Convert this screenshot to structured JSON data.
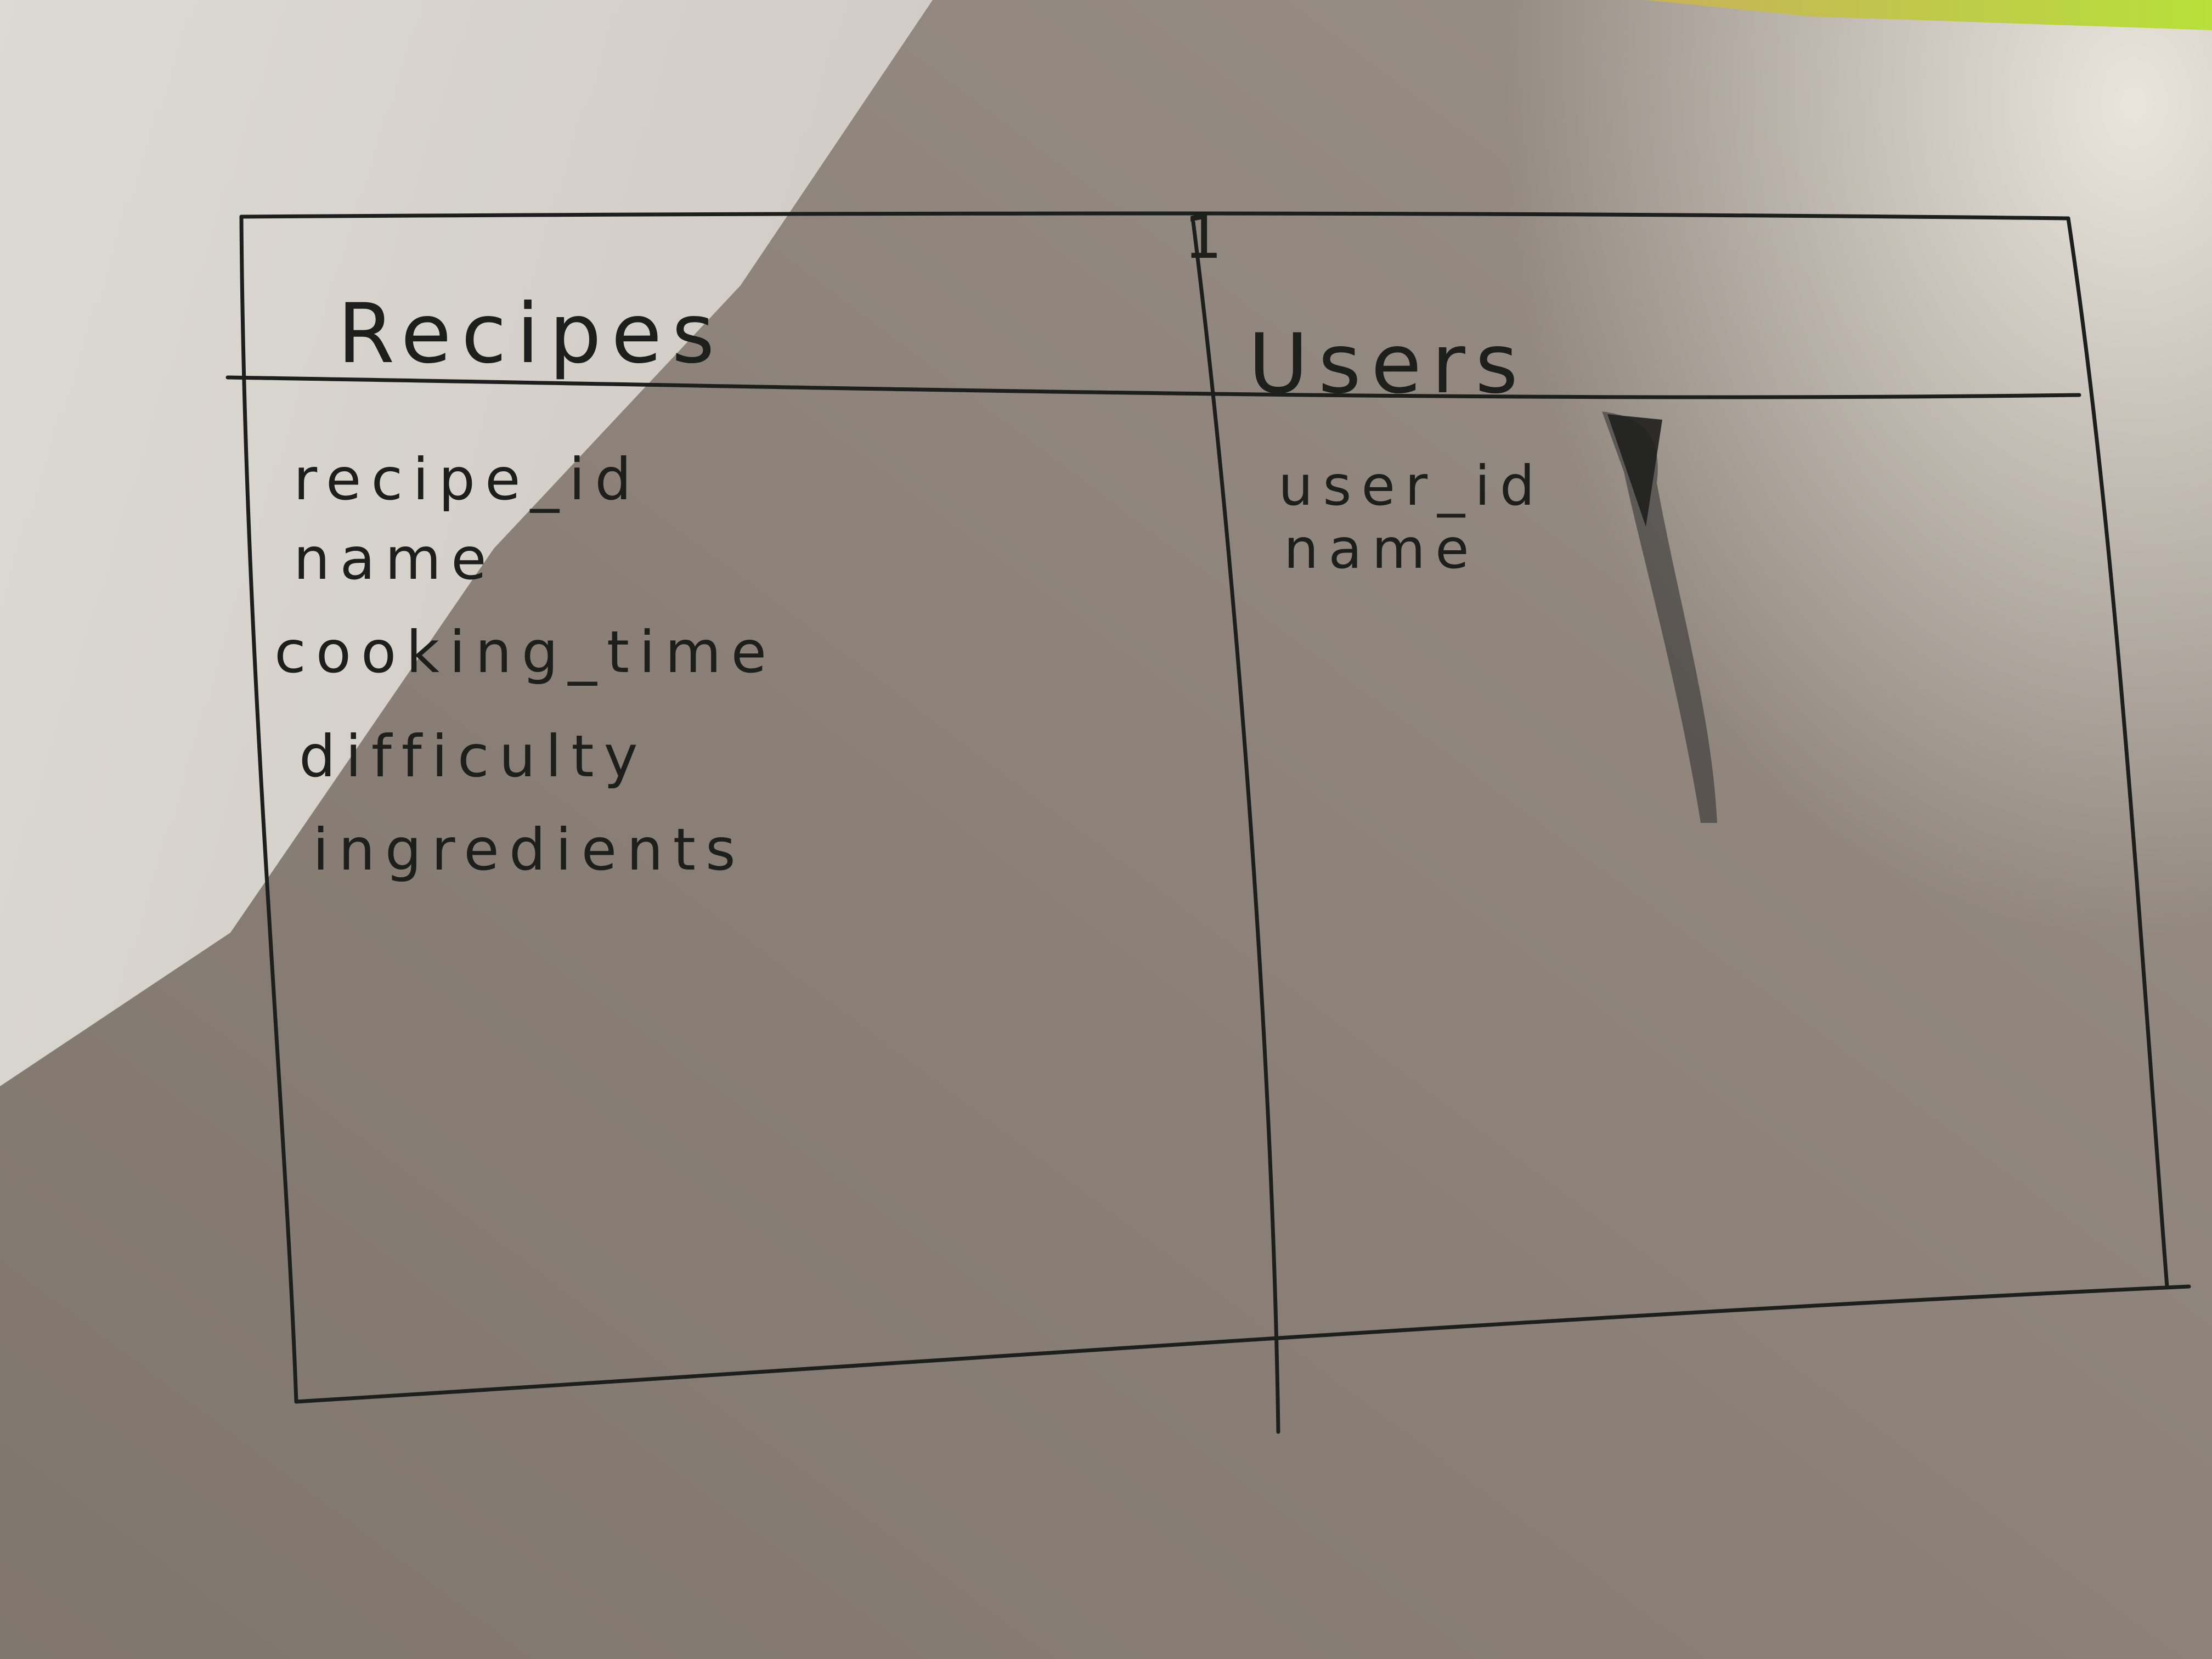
{
  "diagram": {
    "tables": [
      {
        "id": "recipes",
        "title": "Recipes",
        "fields": [
          "recipe_id",
          "name",
          "cooking_time",
          "difficulty",
          "ingredients"
        ]
      },
      {
        "id": "users",
        "title": "Users",
        "fields": [
          "user_id",
          "name"
        ]
      }
    ],
    "relationship": {
      "from": "recipes",
      "to": "users",
      "from_label": "",
      "to_label": "1"
    }
  },
  "colors": {
    "ink": "#1d1f1d",
    "paper_light": "#dcd8d2",
    "paper_shadow": "#8d8379",
    "marker_smudge": "#2b2b2b",
    "green_corner": "#a6d23a"
  }
}
